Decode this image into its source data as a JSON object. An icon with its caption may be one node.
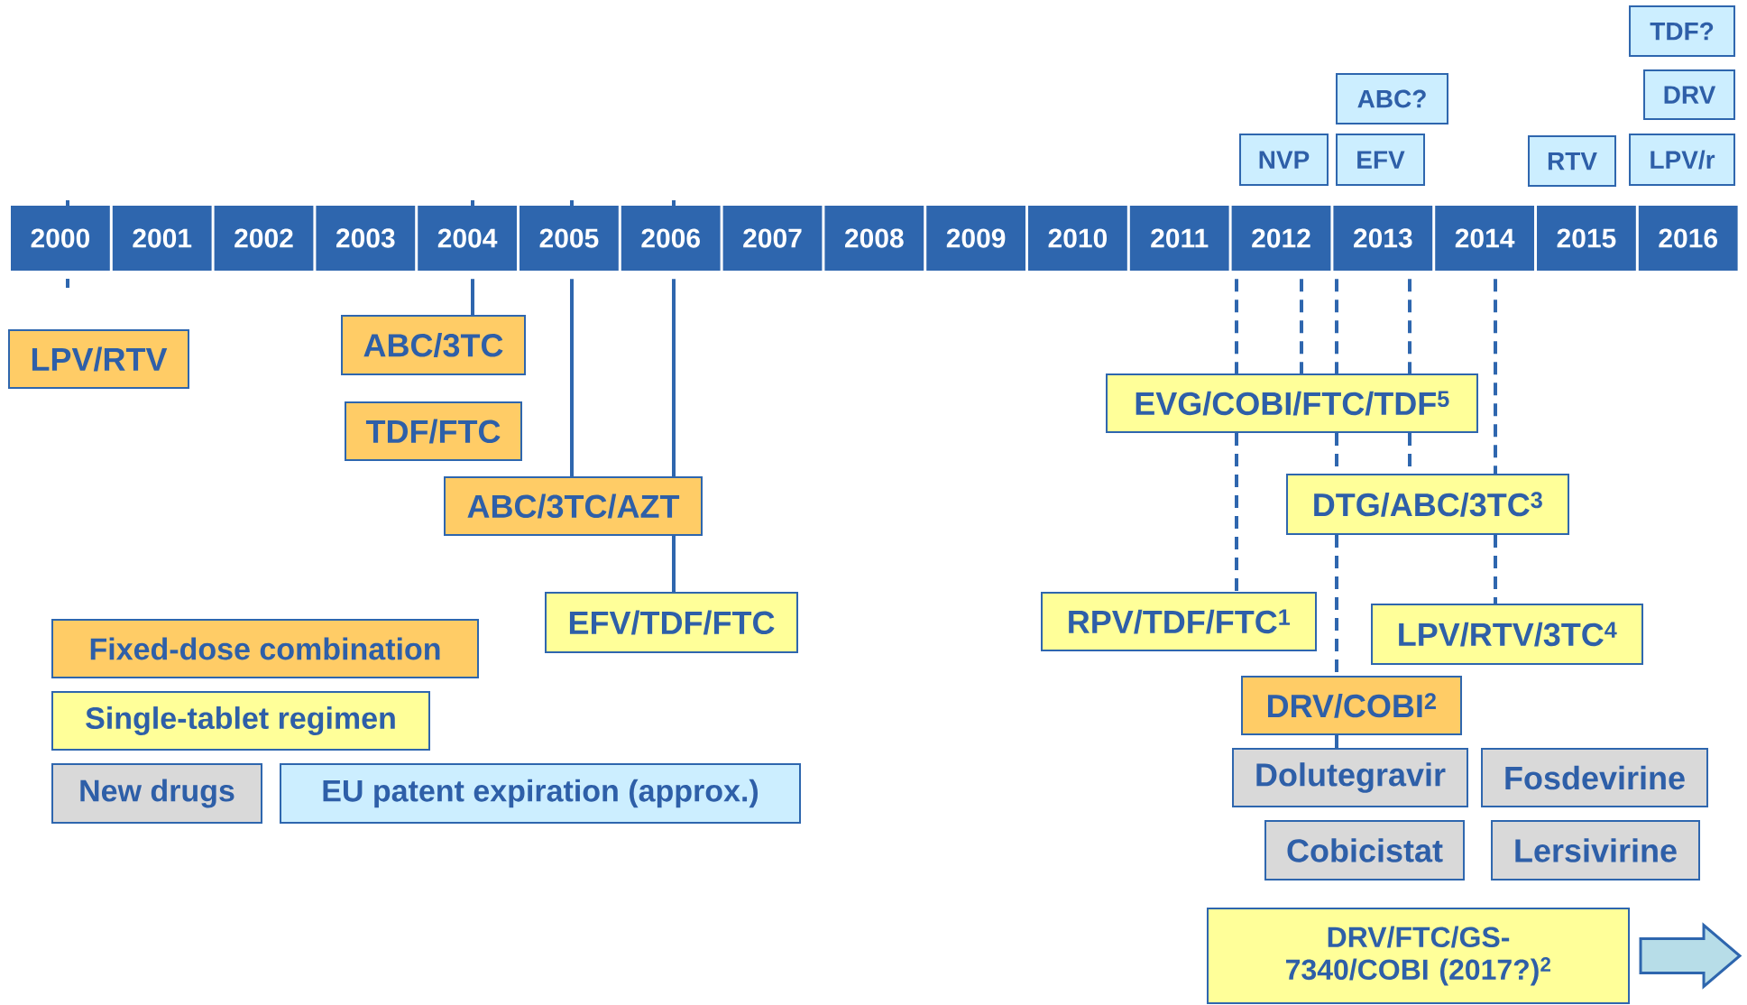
{
  "diagram": {
    "nodes": [
      {
        "text": [
          "TDF?"
        ]
      },
      {
        "text": [
          "DRV"
        ]
      },
      {
        "text": [
          "ABC?"
        ]
      },
      {
        "text": [
          "NVP"
        ]
      },
      {
        "text": [
          "EFV"
        ]
      },
      {
        "text": [
          "RTV"
        ]
      },
      {
        "text": [
          "LPV/r"
        ]
      },
      {
        "text": [
          "2000"
        ]
      },
      {
        "text": [
          "2001"
        ]
      },
      {
        "text": [
          "2002"
        ]
      },
      {
        "text": [
          "2003"
        ]
      },
      {
        "text": [
          "2004"
        ]
      },
      {
        "text": [
          "2005"
        ]
      },
      {
        "text": [
          "2006"
        ]
      },
      {
        "text": [
          "2007"
        ]
      },
      {
        "text": [
          "2008"
        ]
      },
      {
        "text": [
          "2009"
        ]
      },
      {
        "text": [
          "2010"
        ]
      },
      {
        "text": [
          "2011"
        ]
      },
      {
        "text": [
          "2012"
        ]
      },
      {
        "text": [
          "2013"
        ]
      },
      {
        "text": [
          "2014"
        ]
      },
      {
        "text": [
          "2015"
        ]
      },
      {
        "text": [
          "2016"
        ]
      },
      {
        "text": [
          "ABC/3TC"
        ]
      },
      {
        "text": [
          "LPV/RTV"
        ]
      },
      {
        "text": [
          "EVG/COBI/FTC/TDF$^{5}$"
        ]
      },
      {
        "text": [
          "TDF/FTC"
        ]
      },
      {
        "text": [
          "DTG/ABC/3TC$^{3}$"
        ]
      },
      {
        "text": [
          "ABC/3TC/AZT"
        ]
      },
      {
        "text": [
          "EFV/TDF/FTC"
        ]
      },
      {
        "text": [
          "RPV/TDF/FTC$^{1}$"
        ]
      },
      {
        "text": [
          "LPV/RTV/3TC$^{4}$"
        ]
      },
      {
        "text": [
          "DRV/COBI$^{2}$"
        ]
      },
      {
        "text": [
          "Dolutegravir"
        ]
      },
      {
        "text": [
          "Fosdevirine"
        ]
      },
      {
        "text": [
          "Cobicistat"
        ]
      },
      {
        "text": [
          "Lersivirine"
        ]
      },
      {
        "text": [
          "DRV/FTC/GS-7340/COBI (2017?)$^{2}$"
        ]
      }
    ],
    "edges": [
      {
        "from": 11,
        "to": 24,
        "arrow": "none"
      },
      {
        "from": 12,
        "to": 29,
        "arrow": "none"
      },
      {
        "from": 13,
        "to": 29,
        "arrow": "none"
      },
      {
        "from": 29,
        "to": 30,
        "arrow": "none"
      },
      {
        "from": 19,
        "to": 26,
        "arrow": "none",
        "style": "dashed"
      },
      {
        "from": 26,
        "to": 31,
        "arrow": "none",
        "style": "dashed"
      },
      {
        "from": 19,
        "to": 26,
        "arrow": "none",
        "style": "dashed"
      },
      {
        "from": 20,
        "to": 26,
        "arrow": "none",
        "style": "dashed"
      },
      {
        "from": 26,
        "to": 28,
        "arrow": "none",
        "style": "dashed"
      },
      {
        "from": 28,
        "to": 33,
        "arrow": "none",
        "style": "dashed"
      },
      {
        "from": 20,
        "to": 26,
        "arrow": "none",
        "style": "dashed"
      },
      {
        "from": 26,
        "to": 28,
        "arrow": "none",
        "style": "dashed"
      },
      {
        "from": 21,
        "to": 28,
        "arrow": "none",
        "style": "dashed"
      },
      {
        "from": 28,
        "to": 32,
        "arrow": "none",
        "style": "dashed"
      },
      {
        "from": 33,
        "to": 34,
        "arrow": "none",
        "style": "dashed"
      },
      {
        "from": 38,
        "to": null,
        "arrow": "to"
      }
    ],
    "legend": [
      {
        "text": "Fixed-dose combination",
        "color": "#ffcc66"
      },
      {
        "text": "Single-tablet regimen",
        "color": "#ffff99"
      },
      {
        "text": "New drugs",
        "color": "#d9d9d9"
      },
      {
        "text": "EU patent expiration (approx.)",
        "color": "#cceeff"
      }
    ]
  }
}
